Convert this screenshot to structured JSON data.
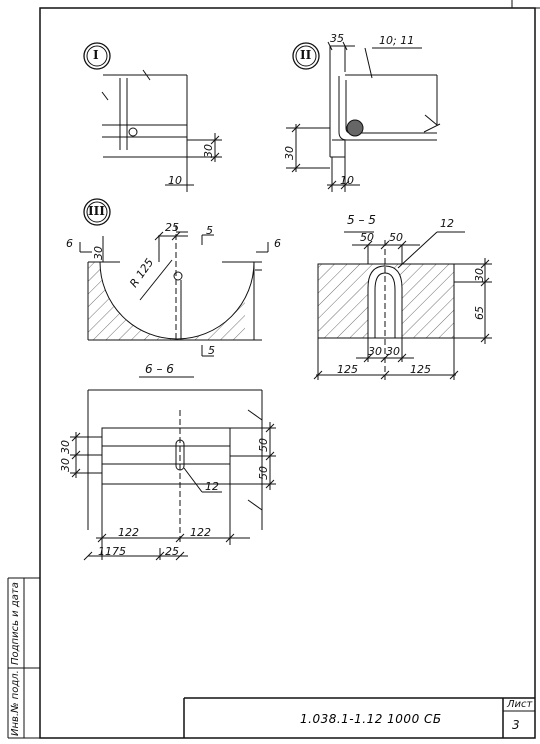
{
  "markers": {
    "one": "I",
    "two": "II",
    "three": "III"
  },
  "sections": {
    "s5": "5 – 5",
    "s6": "6 – 6"
  },
  "detail1": {
    "dim_30": "30",
    "dim_10": "10"
  },
  "detail2": {
    "dim_35": "35",
    "dim_10_11": "10; 11",
    "dim_30": "30",
    "dim_10": "10"
  },
  "detail3": {
    "dim_25": "25",
    "dim_30": "30",
    "radius": "R 125",
    "cut_5": "5",
    "cut_6": "6"
  },
  "section55": {
    "dim_50a": "50",
    "dim_50b": "50",
    "item_12": "12",
    "dim_30r": "30",
    "dim_65": "65",
    "dim_30a": "30",
    "dim_30b": "30",
    "dim_125a": "125",
    "dim_125b": "125"
  },
  "section66": {
    "dim_30a": "30",
    "dim_30b": "30",
    "dim_50a": "50",
    "dim_50b": "50",
    "item_12": "12",
    "dim_122a": "122",
    "dim_122b": "122",
    "dim_1175": "1175",
    "dim_25": "25"
  },
  "side_stamp": {
    "label_a": "Подпись и дата",
    "label_b": "Инв.№ подл."
  },
  "title_block": {
    "code": "1.038.1-1.12 1000 СБ",
    "sheet_label": "Лист",
    "sheet_no": "3"
  }
}
